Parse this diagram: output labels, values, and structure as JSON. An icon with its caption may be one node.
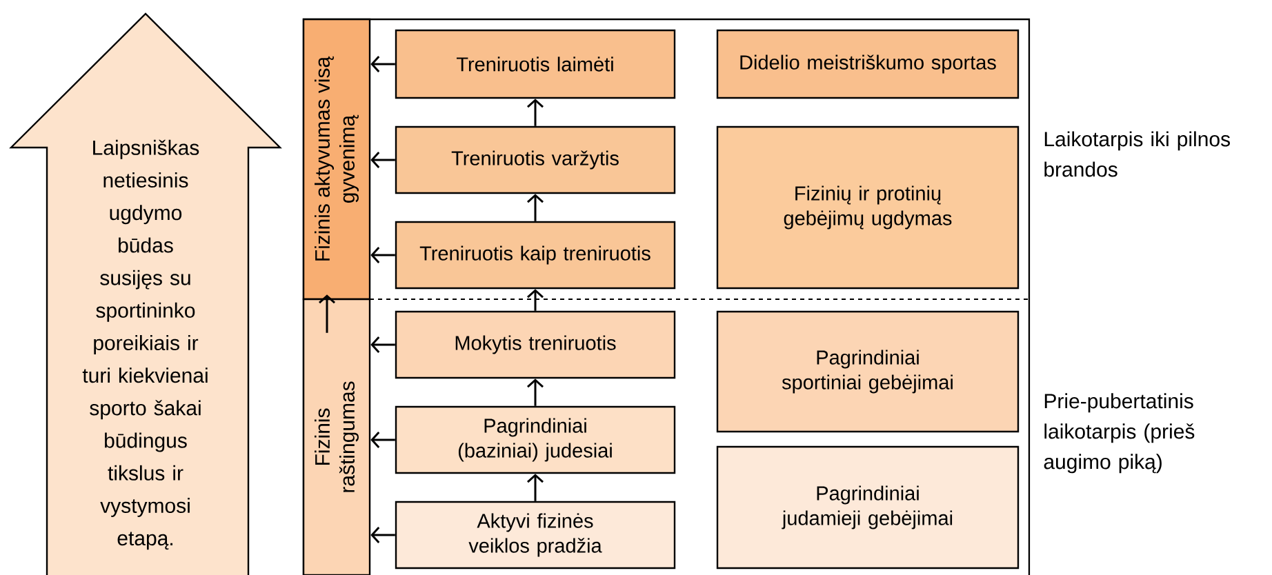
{
  "diagram": {
    "nodes": [
      {
        "text": [
          "Laipsniškas netiesinis ugdymo būdas susijęs su sportininko poreikiais ir turi kiekvienai sporto šakai būdingus tikslus ir vystymosi etapą."
        ]
      },
      {
        "text": [
          "Fizinis aktyvumas visą gyvenimą"
        ]
      },
      {
        "text": [
          "Fizinis raštingumas"
        ]
      },
      {
        "text": [
          "Treniruotis laimėti"
        ]
      },
      {
        "text": [
          "Treniruotis varžytis"
        ]
      },
      {
        "text": [
          "Treniruotis kaip treniruotis"
        ]
      },
      {
        "text": [
          "Mokytis treniruotis"
        ]
      },
      {
        "text": [
          "Pagrindiniai (baziniai) judesiai"
        ]
      },
      {
        "text": [
          "Aktyvi fizinės veiklos pradžia"
        ]
      },
      {
        "text": [
          "Didelio meistriškumo sportas"
        ]
      },
      {
        "text": [
          "Fizinių ir protinių gebėjimų ugdymas"
        ]
      },
      {
        "text": [
          "Pagrindiniai sportiniai gebėjimai"
        ]
      },
      {
        "text": [
          "Pagrindiniai judamieji gebėjimai"
        ]
      }
    ],
    "edges": [
      {
        "from": 8,
        "to": 7,
        "arrow": "to"
      },
      {
        "from": 7,
        "to": 6,
        "arrow": "to"
      },
      {
        "from": 6,
        "to": 5,
        "arrow": "to"
      },
      {
        "from": 5,
        "to": 4,
        "arrow": "to"
      },
      {
        "from": 4,
        "to": 3,
        "arrow": "to"
      },
      {
        "from": 3,
        "to": 1,
        "arrow": "to"
      },
      {
        "from": 4,
        "to": 1,
        "arrow": "to"
      },
      {
        "from": 5,
        "to": 1,
        "arrow": "to"
      },
      {
        "from": 6,
        "to": 2,
        "arrow": "to"
      },
      {
        "from": 7,
        "to": 2,
        "arrow": "to"
      },
      {
        "from": 8,
        "to": 2,
        "arrow": "to"
      },
      {
        "from": 2,
        "to": 1,
        "arrow": "to"
      }
    ],
    "labels": [
      "Laikotarpis iki pilnos brandos",
      "Prie-pubertatinis laikotarpis (prieš augimo piką)"
    ]
  }
}
